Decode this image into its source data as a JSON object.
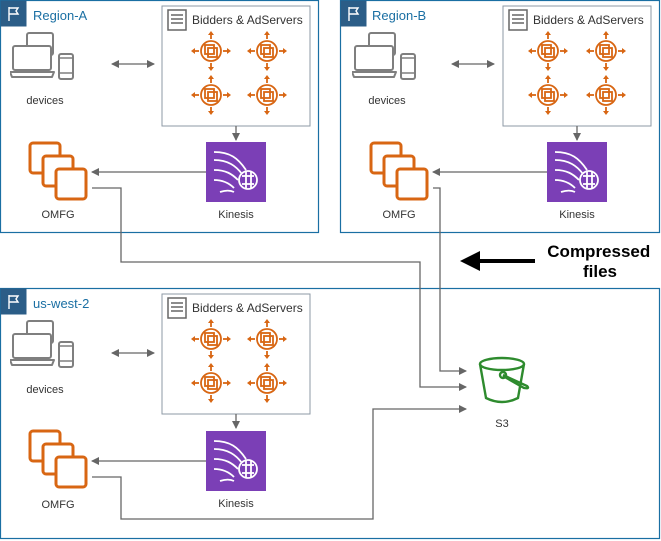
{
  "colors": {
    "region_border": "#1a6fa3",
    "region_text": "#1a6fa3",
    "region_badge": "#2b5d87",
    "bidder_border": "#8e9aa6",
    "orange": "#d86613",
    "kinesis": "#7b3fb6",
    "s3": "#2e8b2e",
    "arrow": "#666666",
    "device": "#7f7f7f"
  },
  "regions": [
    {
      "name": "Region-A"
    },
    {
      "name": "Region-B"
    },
    {
      "name": "us-west-2"
    }
  ],
  "labels": {
    "devices": "devices",
    "bidders": "Bidders & AdServers",
    "omfg": "OMFG",
    "kinesis": "Kinesis",
    "s3": "S3",
    "compressed_line1": "Compressed",
    "compressed_line2": "files"
  },
  "icons": {
    "region": "region-flag-icon",
    "device": "devices-icon",
    "server": "server-icon",
    "bidder": "auto-scaling-icon",
    "omfg": "ec2-instances-icon",
    "kinesis": "kinesis-icon",
    "s3": "s3-bucket-icon",
    "arrow": "left-arrow-icon"
  }
}
